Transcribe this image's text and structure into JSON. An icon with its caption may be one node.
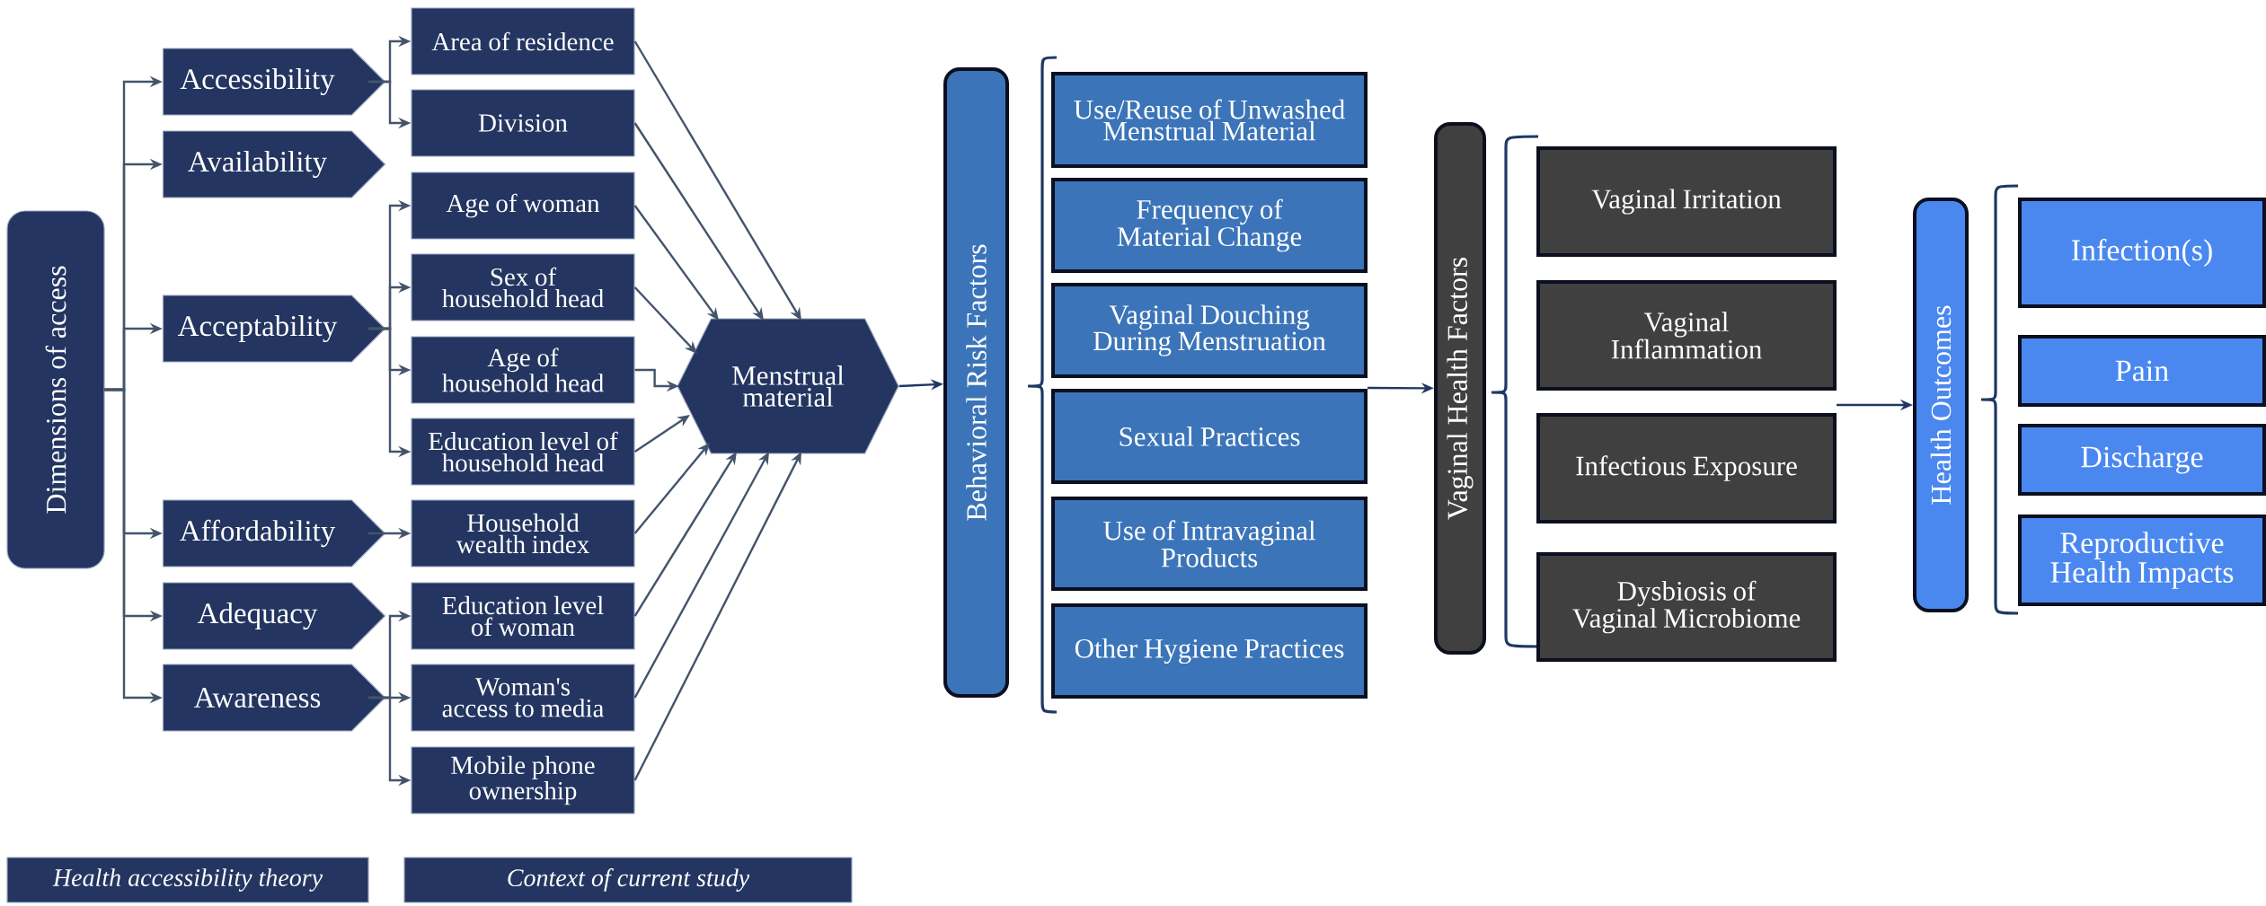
{
  "diagram": {
    "nodes": [
      {
        "text": [
          "Dimensions of access"
        ]
      },
      {
        "text": [
          "Accessibility"
        ]
      },
      {
        "text": [
          "Area of residence"
        ]
      },
      {
        "text": [
          "Division"
        ]
      },
      {
        "text": [
          "Availability"
        ]
      },
      {
        "text": [
          "Acceptability"
        ]
      },
      {
        "text": [
          "Age of woman"
        ]
      },
      {
        "text": [
          "Sex of household head"
        ]
      },
      {
        "text": [
          "Age of household head"
        ]
      },
      {
        "text": [
          "Education level of household head"
        ]
      },
      {
        "text": [
          "Affordability"
        ]
      },
      {
        "text": [
          "Household wealth index"
        ]
      },
      {
        "text": [
          "Adequacy"
        ]
      },
      {
        "text": [
          "Awareness"
        ]
      },
      {
        "text": [
          "Education level of woman"
        ]
      },
      {
        "text": [
          "Woman's access to media"
        ]
      },
      {
        "text": [
          "Mobile phone ownership"
        ]
      },
      {
        "text": [
          "Menstrual material"
        ]
      },
      {
        "text": [
          "Behavioral Risk Factors"
        ]
      },
      {
        "text": [
          "Use/Reuse of Unwashed Menstrual Material"
        ]
      },
      {
        "text": [
          "Frequency of Material Change"
        ]
      },
      {
        "text": [
          "Vaginal Douching During Menstruation"
        ]
      },
      {
        "text": [
          "Sexual Practices"
        ]
      },
      {
        "text": [
          "Use of Intravaginal Products"
        ]
      },
      {
        "text": [
          "Other Hygiene Practices"
        ]
      },
      {
        "text": [
          "Vaginal Health Factors"
        ]
      },
      {
        "text": [
          "Vaginal Irritation"
        ]
      },
      {
        "text": [
          "Vaginal Inflammation"
        ]
      },
      {
        "text": [
          "Infectious Exposure"
        ]
      },
      {
        "text": [
          "Dysbiosis of Vaginal Microbiome"
        ]
      },
      {
        "text": [
          "Health Outcomes"
        ]
      },
      {
        "text": [
          "Infection(s)"
        ]
      },
      {
        "text": [
          "Pain"
        ]
      },
      {
        "text": [
          "Discharge"
        ]
      },
      {
        "text": [
          "Reproductive Health Impacts"
        ]
      },
      {
        "text": [
          "Health accessibility theory"
        ]
      },
      {
        "text": [
          "Context of current study"
        ]
      }
    ],
    "edges": [
      {
        "from": 0,
        "to": 1,
        "arrow": "to"
      },
      {
        "from": 0,
        "to": 4,
        "arrow": "to"
      },
      {
        "from": 0,
        "to": 5,
        "arrow": "to"
      },
      {
        "from": 0,
        "to": 10,
        "arrow": "to"
      },
      {
        "from": 0,
        "to": 12,
        "arrow": "to"
      },
      {
        "from": 0,
        "to": 13,
        "arrow": "to"
      },
      {
        "from": 1,
        "to": 2,
        "arrow": "to"
      },
      {
        "from": 1,
        "to": 3,
        "arrow": "to"
      },
      {
        "from": 5,
        "to": 6,
        "arrow": "to"
      },
      {
        "from": 5,
        "to": 7,
        "arrow": "to"
      },
      {
        "from": 5,
        "to": 8,
        "arrow": "to"
      },
      {
        "from": 5,
        "to": 9,
        "arrow": "to"
      },
      {
        "from": 10,
        "to": 11,
        "arrow": "to"
      },
      {
        "from": 13,
        "to": 14,
        "arrow": "to"
      },
      {
        "from": 13,
        "to": 15,
        "arrow": "to"
      },
      {
        "from": 13,
        "to": 16,
        "arrow": "to"
      },
      {
        "from": 2,
        "to": 17,
        "arrow": "to"
      },
      {
        "from": 3,
        "to": 17,
        "arrow": "to"
      },
      {
        "from": 6,
        "to": 17,
        "arrow": "to"
      },
      {
        "from": 7,
        "to": 17,
        "arrow": "to"
      },
      {
        "from": 8,
        "to": 17,
        "arrow": "to"
      },
      {
        "from": 9,
        "to": 17,
        "arrow": "to"
      },
      {
        "from": 11,
        "to": 17,
        "arrow": "to"
      },
      {
        "from": 14,
        "to": 17,
        "arrow": "to"
      },
      {
        "from": 15,
        "to": 17,
        "arrow": "to"
      },
      {
        "from": 16,
        "to": 17,
        "arrow": "to"
      },
      {
        "from": 17,
        "to": 18,
        "arrow": "to",
        "color": "#1f3864"
      },
      {
        "from": 22,
        "to": 25,
        "arrow": "to",
        "color": "#1f3864"
      },
      {
        "from": 28,
        "to": 30,
        "arrow": "to",
        "color": "#1f3864"
      }
    ]
  }
}
